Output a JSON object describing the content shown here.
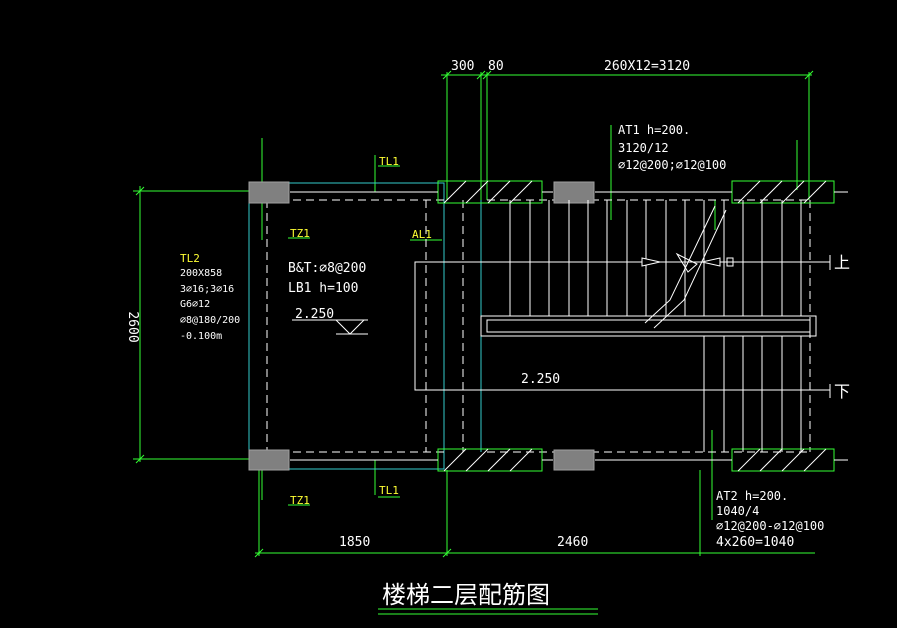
{
  "drawing": {
    "title": "楼梯二层配筋图",
    "dims": {
      "top_300": "300",
      "top_80": "80",
      "top_run": "260X12=3120",
      "left_2600": "2600",
      "bottom_1850": "1850",
      "bottom_2460": "2460",
      "bottom_run": "4x260=1040"
    },
    "labels": {
      "tl1_top": "TL1",
      "tl1_bottom": "TL1",
      "tz1_top": "TZ1",
      "tz1_bottom": "TZ1",
      "al1": "AL1",
      "up": "上",
      "down": "下",
      "level_landing": "2.250",
      "level_mid": "2.250"
    },
    "tl2": {
      "name": "TL2",
      "size": "200X858",
      "rebar_main": "3⌀16;3⌀16",
      "waist": "G6⌀12",
      "stirrup": "⌀8@180/200",
      "level": "-0.100m"
    },
    "slab": {
      "rebar": "B&T:⌀8@200",
      "name": "LB1 h=100"
    },
    "at1": {
      "name": "AT1 h=200.",
      "steps": "3120/12",
      "rebar": "⌀12@200;⌀12@100"
    },
    "at2": {
      "name": "AT2 h=200.",
      "steps": "1040/4",
      "rebar": "⌀12@200-⌀12@100"
    },
    "colors": {
      "background": "#000000",
      "dimension_green": "#33ff33",
      "text_white": "#ffffff",
      "label_yellow": "#ffff33",
      "wall_cyan": "#33cccc",
      "column_gray": "#808080"
    }
  }
}
